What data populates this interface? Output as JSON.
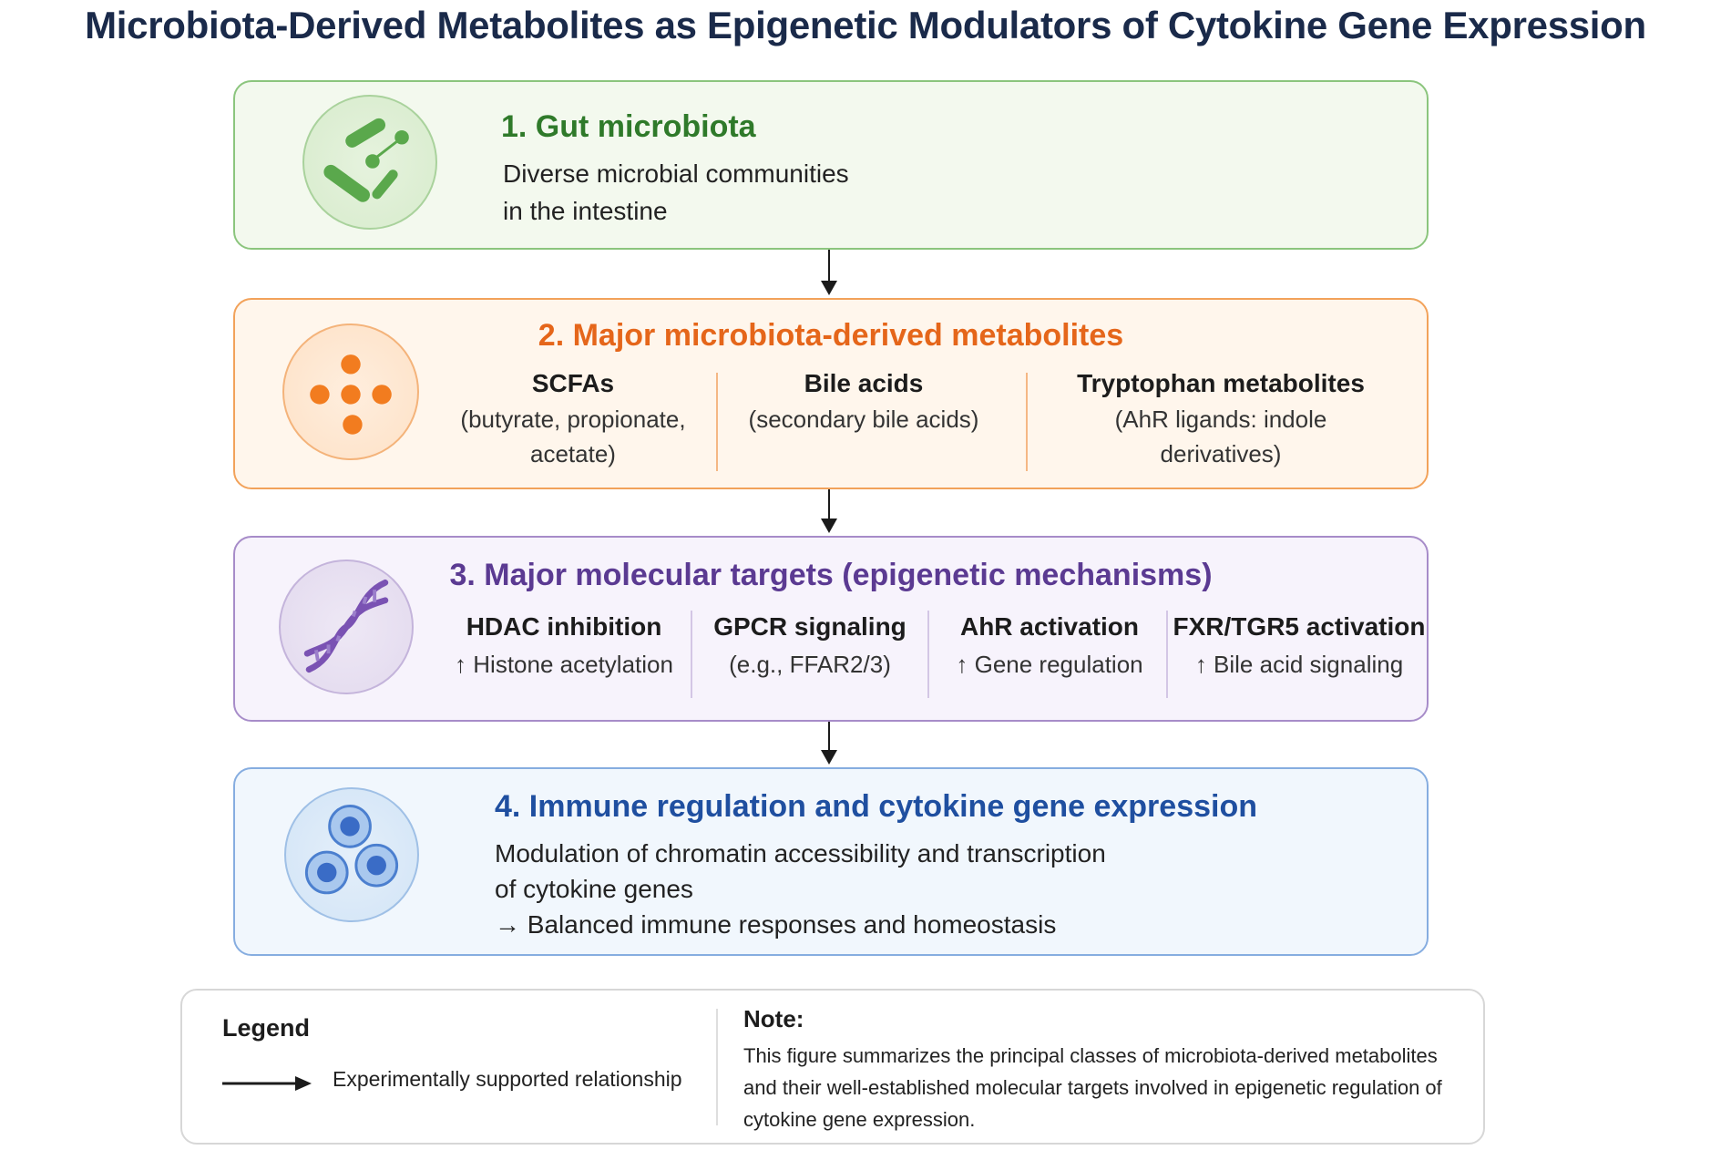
{
  "title": "Microbiota-Derived Metabolites as Epigenetic Modulators of Cytokine Gene Expression",
  "colors": {
    "step1": "#2f7a2a",
    "step2": "#e5661a",
    "step3": "#5b3a92",
    "step4": "#1f4fa0"
  },
  "step1": {
    "title": "1. Gut microbiota",
    "lines": [
      "Diverse microbial communities",
      "in the intestine"
    ],
    "icon": "bacteria-icon"
  },
  "step2": {
    "title": "2. Major microbiota-derived metabolites",
    "icon": "metabolite-molecules-icon",
    "columns": [
      {
        "name": "SCFAs",
        "lines": [
          "(butyrate, propionate,",
          "acetate)"
        ]
      },
      {
        "name": "Bile acids",
        "lines": [
          "(secondary bile acids)"
        ]
      },
      {
        "name": "Tryptophan metabolites",
        "lines": [
          "(AhR ligands: indole",
          "derivatives)"
        ]
      }
    ]
  },
  "step3": {
    "title": "3. Major molecular targets (epigenetic mechanisms)",
    "icon": "dna-helix-icon",
    "columns": [
      {
        "name": "HDAC inhibition",
        "lines": [
          "↑ Histone acetylation"
        ]
      },
      {
        "name": "GPCR signaling",
        "lines": [
          "(e.g., FFAR2/3)"
        ]
      },
      {
        "name": "AhR activation",
        "lines": [
          "↑ Gene regulation"
        ]
      },
      {
        "name": "FXR/TGR5 activation",
        "lines": [
          "↑ Bile acid signaling"
        ]
      }
    ]
  },
  "step4": {
    "title": "4. Immune regulation and cytokine gene expression",
    "icon": "immune-cells-icon",
    "lines": [
      "Modulation of chromatin accessibility and transcription",
      "of cytokine genes",
      "→ Balanced immune responses and homeostasis"
    ]
  },
  "legend": {
    "title": "Legend",
    "arrow_label": "Experimentally supported relationship"
  },
  "note": {
    "title": "Note:",
    "text": "This figure summarizes the principal classes of microbiota-derived metabolites and their well-established molecular targets involved in epigenetic regulation of cytokine gene expression."
  }
}
